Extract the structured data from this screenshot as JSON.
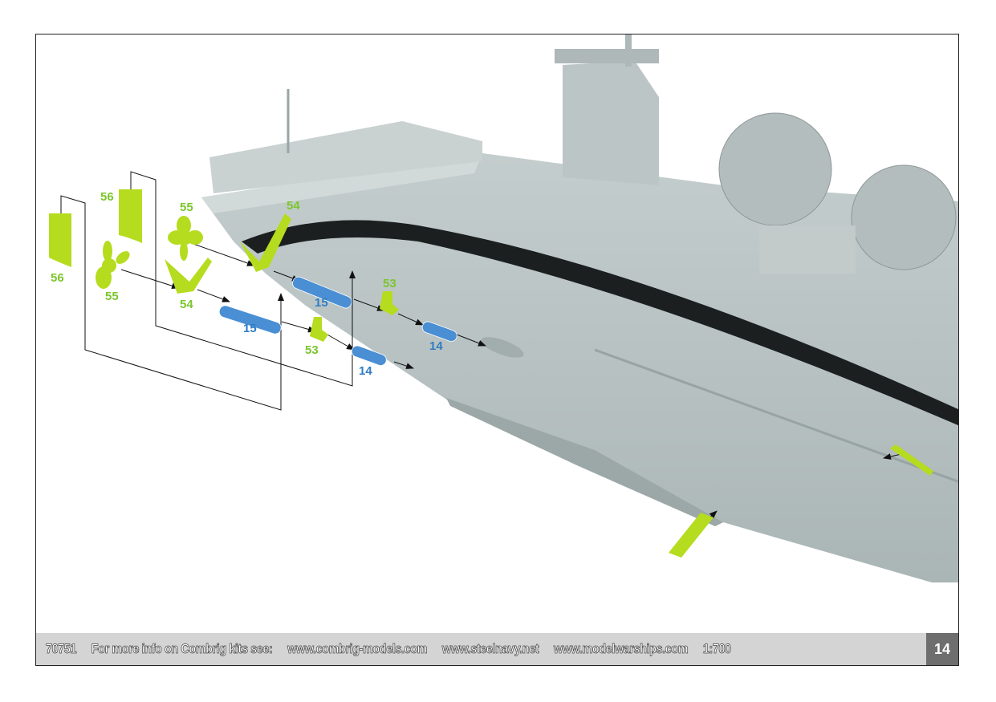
{
  "footer": {
    "kit_number": "70751",
    "info_text": "For more info on Combrig kits see:",
    "links": [
      "www.combrig-models.com",
      "www.steelnavy.net",
      "www.modelwarships.com"
    ],
    "scale": "1:700",
    "page_number": "14"
  },
  "parts": {
    "rudder_a": "56",
    "rudder_b": "56",
    "propeller_a": "55",
    "propeller_b": "55",
    "bracket_a": "54",
    "bracket_b": "54",
    "shaft_a": "15",
    "shaft_b": "15",
    "strut_a": "53",
    "strut_b": "53",
    "fairing_a": "14",
    "fairing_b": "14"
  },
  "colors": {
    "part_green": "#b5dc1e",
    "label_green": "#7bc62d",
    "part_blue": "#4a8fd4",
    "label_blue": "#2f7cc4",
    "hull": "#b9c3c3"
  }
}
